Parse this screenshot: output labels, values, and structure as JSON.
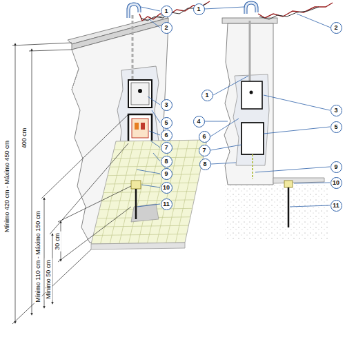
{
  "diagram": {
    "labels": [
      "Mínimo 420 cm - Máximo 450 cm",
      "400 cm",
      "Mínimo 110 cm - Máximo 150 cm",
      "Mínimo 50 cm",
      "30 cm",
      "1",
      "2",
      "3",
      "5",
      "6",
      "7",
      "8",
      "9",
      "10",
      "11",
      "1",
      "2",
      "1",
      "3",
      "4",
      "5",
      "6",
      "7",
      "8",
      "9",
      "10",
      "11"
    ]
  }
}
